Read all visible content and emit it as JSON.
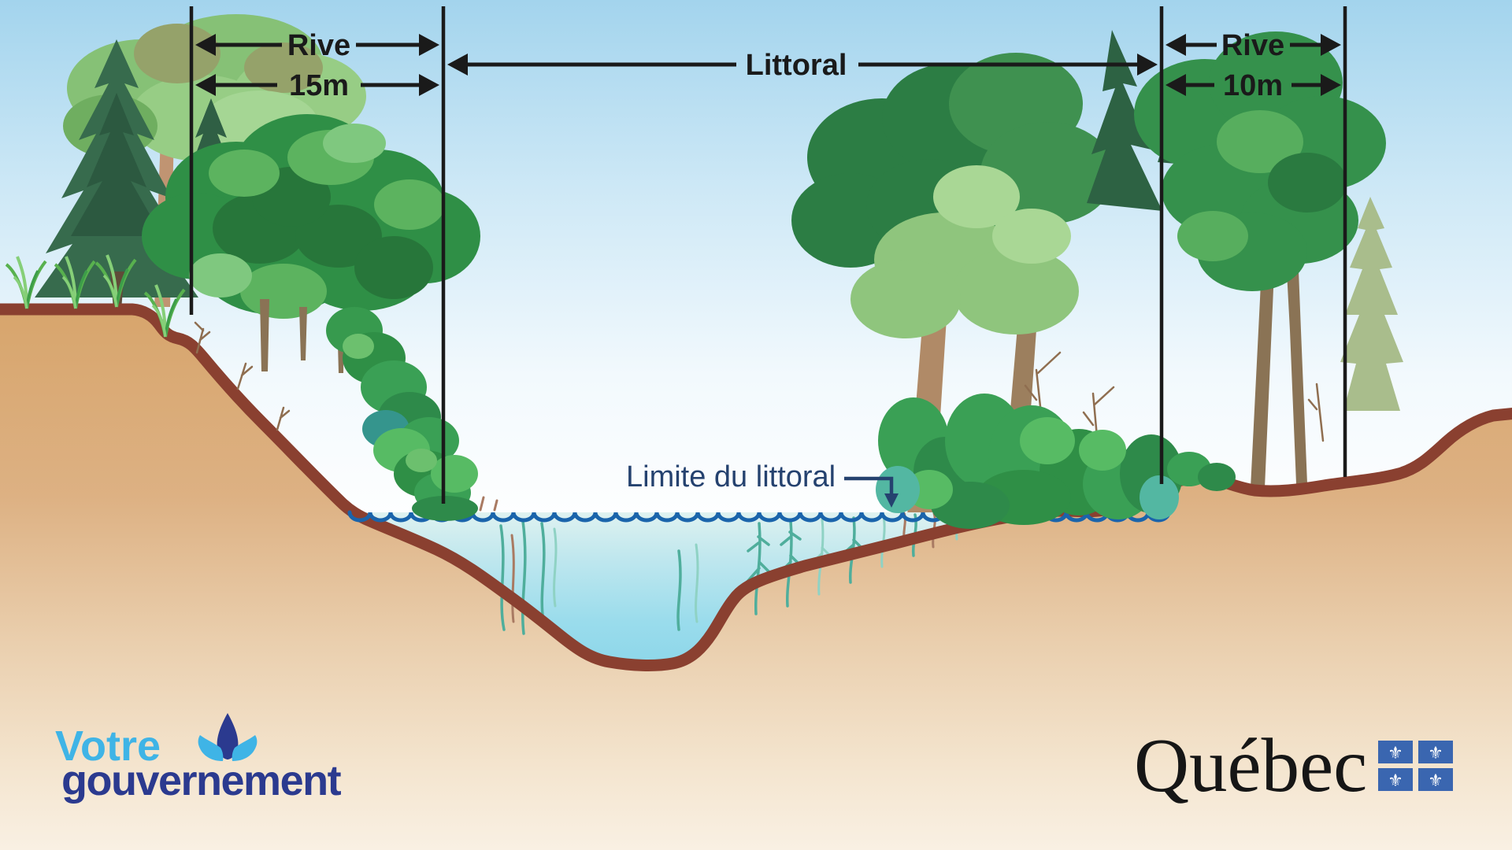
{
  "annotations": {
    "rive_left": {
      "label": "Rive",
      "width": "15m"
    },
    "littoral": {
      "label": "Littoral"
    },
    "rive_right": {
      "label": "Rive",
      "width": "10m"
    },
    "limite_littoral": {
      "label": "Limite du littoral"
    }
  },
  "footer": {
    "government_logo": {
      "line1": "Votre",
      "line2": "gouvernement"
    },
    "quebec_wordmark": {
      "text": "Québec"
    }
  },
  "icons": {
    "fleur_glyph": "⚜"
  },
  "palette": {
    "label_color": "#1a1a1a",
    "limite_color": "#25426f",
    "wave_blue": "#1a64ab",
    "terrain_outline": "#8a4030",
    "ground_sand": "#d9a76e",
    "water_deep": "#8cd6e9",
    "sky_top": "#a3d4ed",
    "logo_lightblue": "#3fb4e6",
    "logo_navy": "#2b3a8f",
    "flag_blue": "#3a66b0",
    "wordmark_color": "#161616"
  }
}
